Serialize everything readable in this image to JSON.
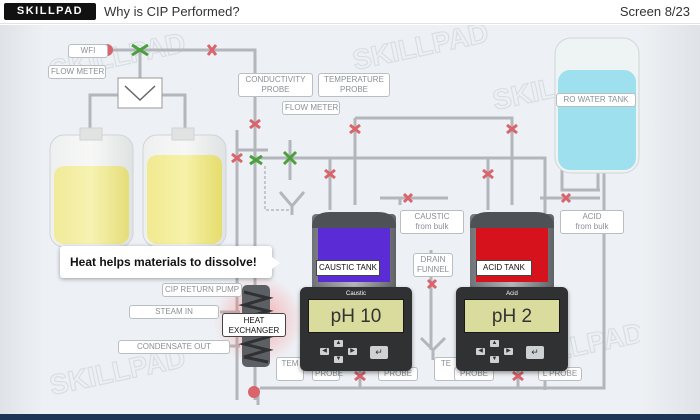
{
  "header": {
    "logo_text": "SKILLPAD",
    "title": "Why is CIP Performed?",
    "screen_counter": "Screen 8/23"
  },
  "callout": {
    "text": "Heat helps materials to dissolve!"
  },
  "labels": {
    "wfi": "WFI",
    "flow_meter_left": "FLOW METER",
    "conductivity_probe_line1": "CONDUCTIVITY",
    "conductivity_probe_line2": "PROBE",
    "temperature_probe_line1": "TEMPERATURE",
    "temperature_probe_line2": "PROBE",
    "flow_meter_center": "FLOW METER",
    "ro_water_tank": "RO WATER TANK",
    "caustic_from_bulk_line1": "CAUSTIC",
    "caustic_from_bulk_line2": "from bulk",
    "acid_from_bulk_line1": "ACID",
    "acid_from_bulk_line2": "from bulk",
    "drain_funnel_line1": "DRAIN",
    "drain_funnel_line2": "FUNNEL",
    "cip_return_pump": "CIP RETURN PUMP",
    "steam_in": "STEAM IN",
    "condensate_out": "CONDENSATE OUT",
    "heat_exchanger_line1": "HEAT",
    "heat_exchanger_line2": "EXCHANGER",
    "caustic_tank": "CAUSTIC TANK",
    "acid_tank": "ACID TANK",
    "bottom_probe_1": "TEM",
    "bottom_probe_2": "PROBE",
    "bottom_probe_3": "PROBE",
    "bottom_probe_4": "TE",
    "bottom_probe_5": "PROBE",
    "bottom_probe_6": "L PROBE"
  },
  "meters": {
    "caustic": {
      "title": "Caustic",
      "reading": "pH 10"
    },
    "acid": {
      "title": "Acid",
      "reading": "pH 2"
    }
  },
  "watermark": "SKILLPAD",
  "colors": {
    "caustic_liquid": "#5b2bd6",
    "acid_liquid": "#d6131d",
    "valve": "#d9646c",
    "open_valve": "#4c9f3d",
    "ro_water": "#9fe0ee",
    "pipe": "#b3b7bb"
  },
  "icons": {
    "meter_up": "▲",
    "meter_down": "▼",
    "meter_left": "◀",
    "meter_right": "▶",
    "meter_enter": "↵"
  }
}
